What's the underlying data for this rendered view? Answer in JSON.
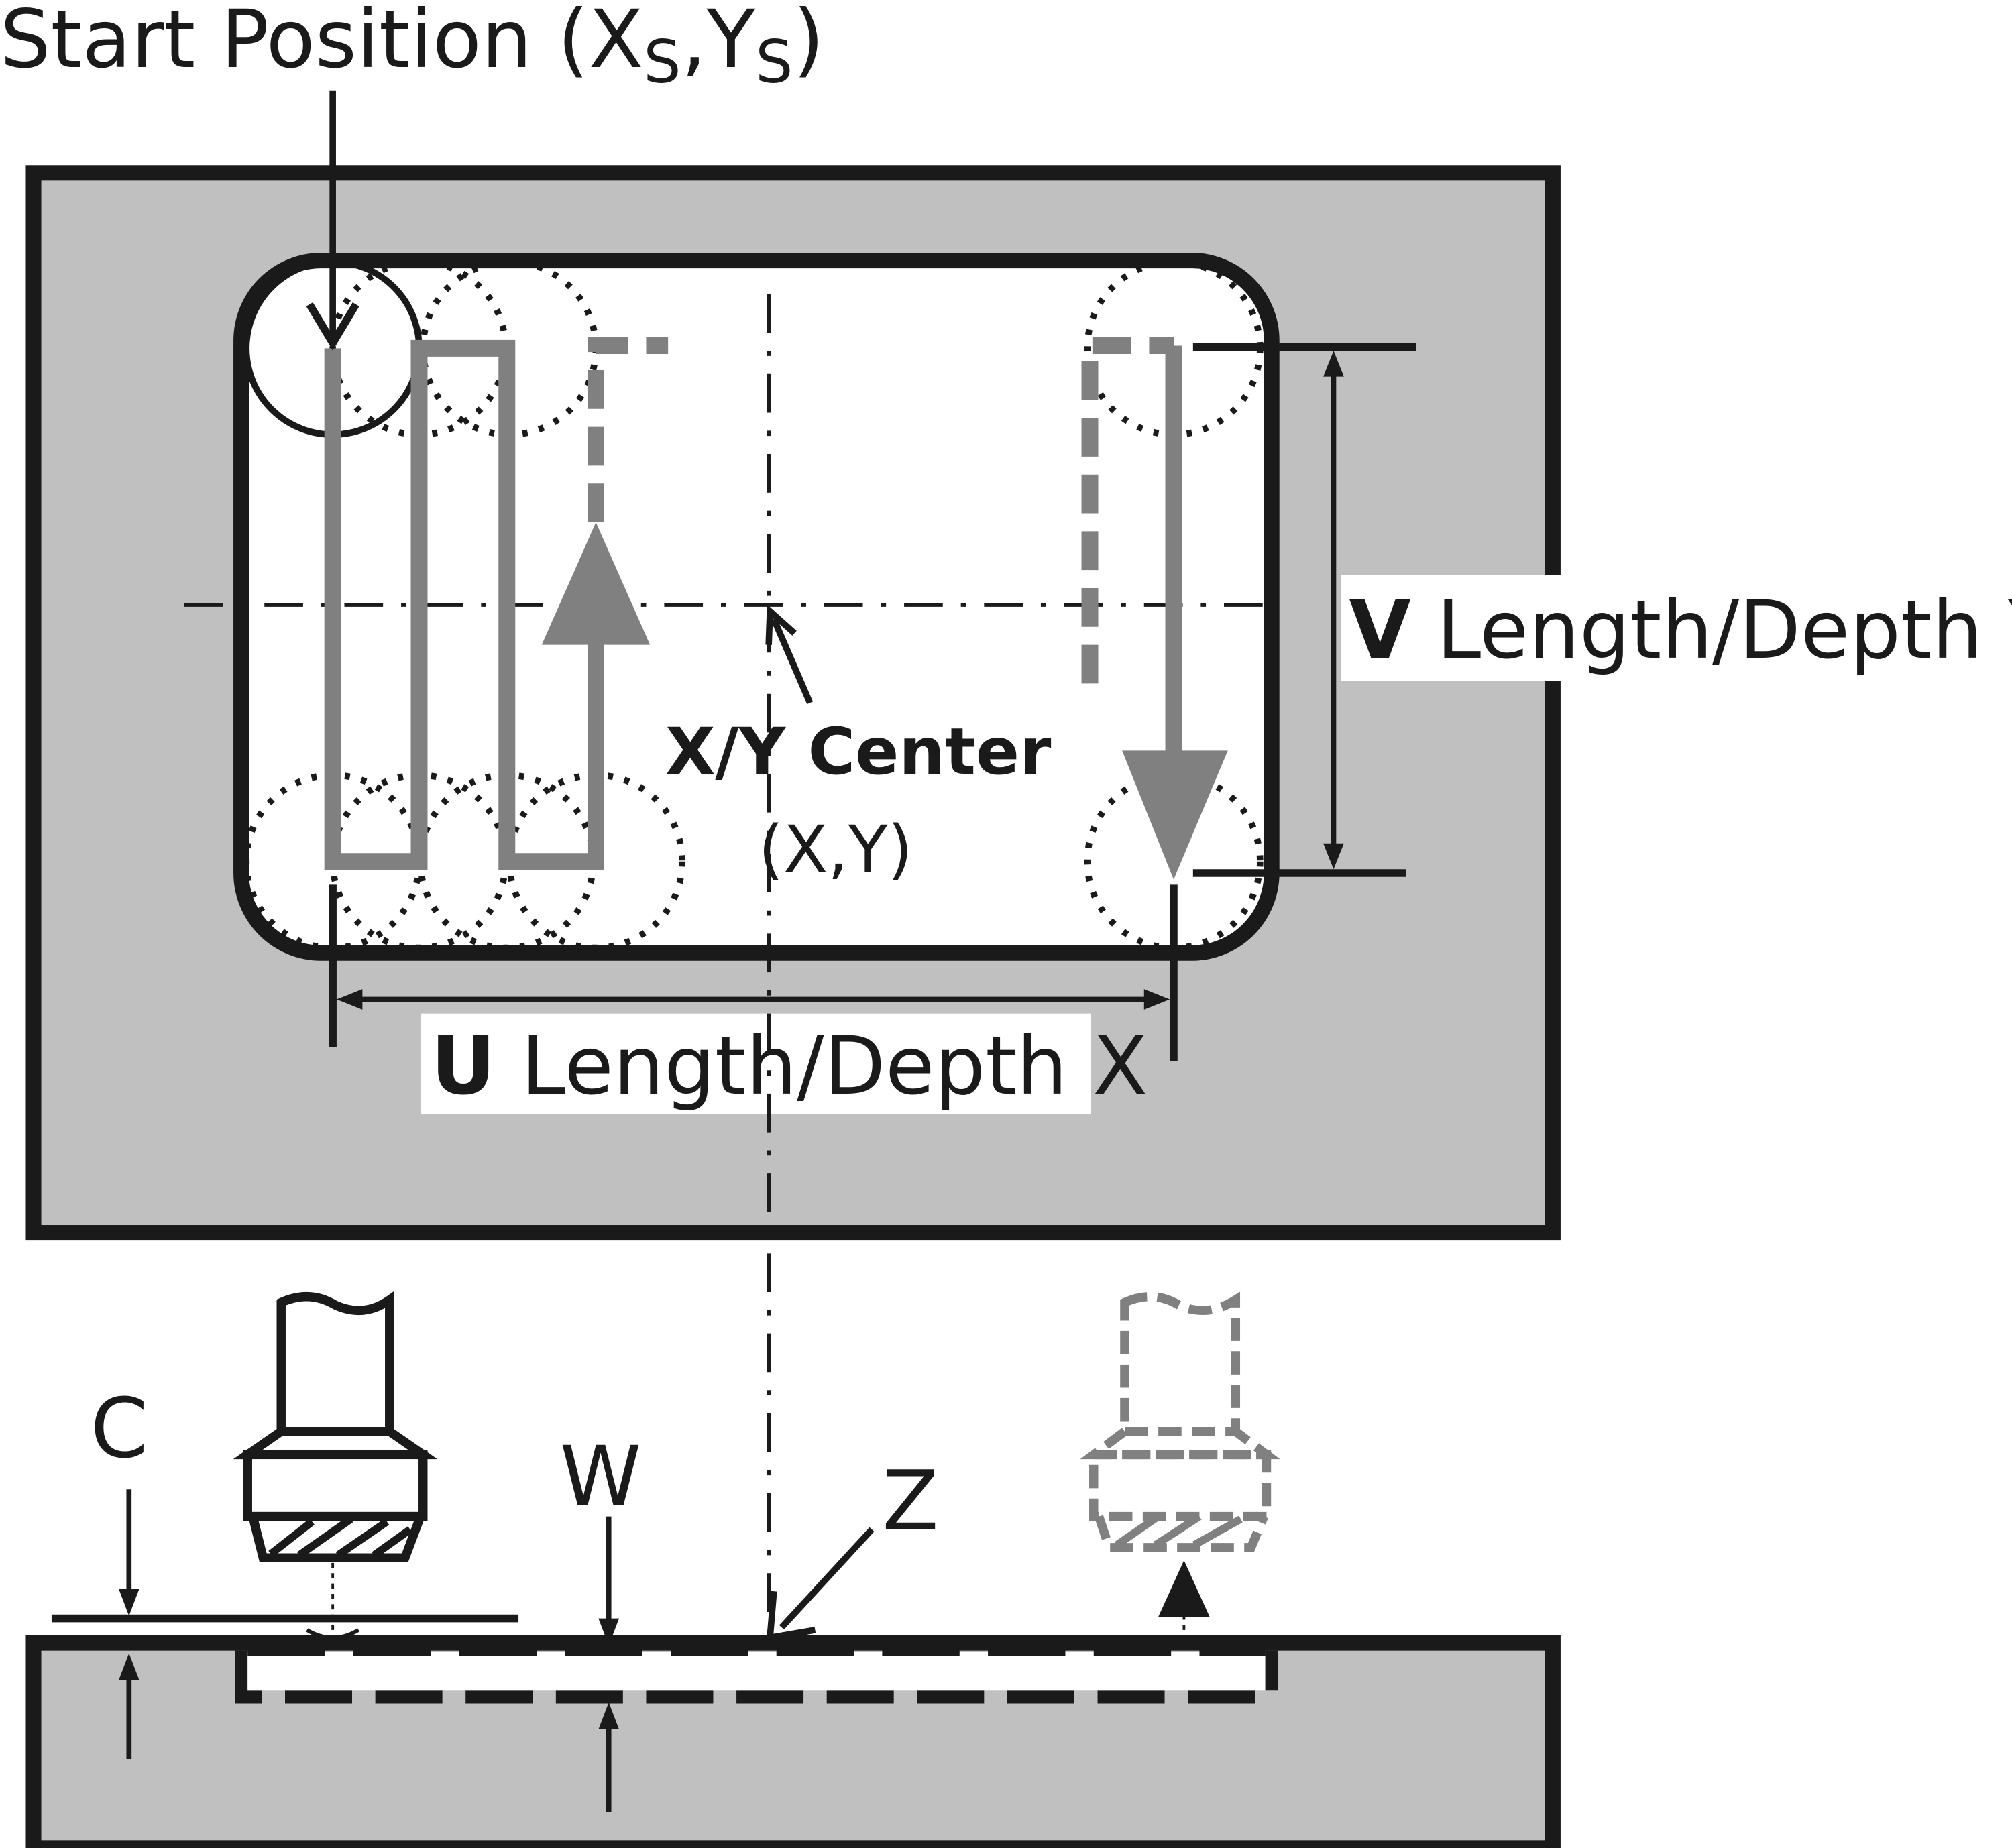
{
  "labels": {
    "start_position": {
      "text": "Start Position (X",
      "sub1": "S",
      "mid": ",Y",
      "sub2": "S",
      "end": ")"
    },
    "v_dimension": {
      "key": "V",
      "text": " Length/Depth Y"
    },
    "u_dimension": {
      "key": "U",
      "text": " Length/Depth X"
    },
    "center": {
      "title": "X/Y Center",
      "coords": "(X,Y)"
    },
    "c": "C",
    "w": "W",
    "z": "Z"
  },
  "colors": {
    "stock": "#c0c0c0",
    "outline": "#1a1a1a",
    "toolpath": "#808080",
    "pocket": "#ffffff"
  }
}
